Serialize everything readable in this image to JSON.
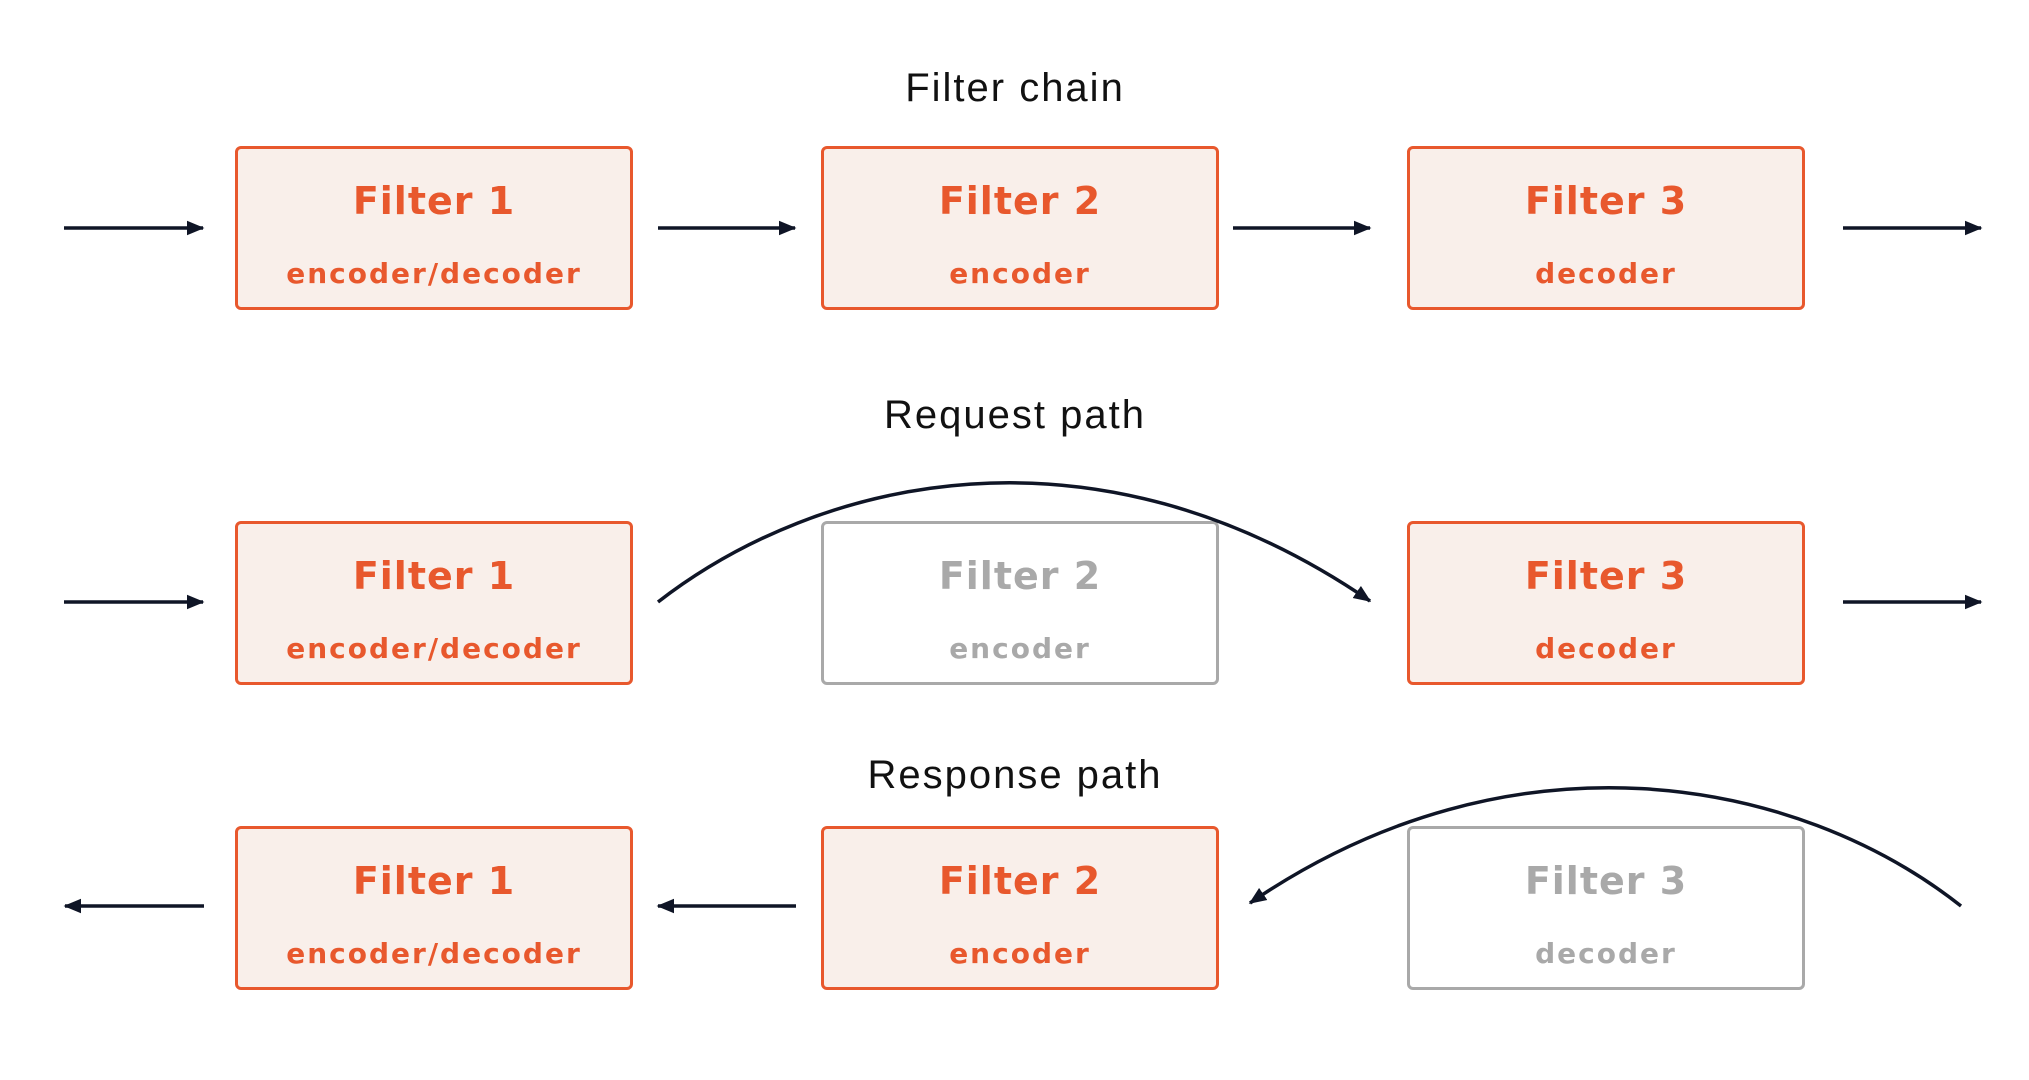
{
  "rows": [
    {
      "title": "Filter chain",
      "filters": [
        {
          "name": "Filter 1",
          "role": "encoder/decoder",
          "active": true
        },
        {
          "name": "Filter 2",
          "role": "encoder",
          "active": true
        },
        {
          "name": "Filter 3",
          "role": "decoder",
          "active": true
        }
      ]
    },
    {
      "title": "Request path",
      "filters": [
        {
          "name": "Filter 1",
          "role": "encoder/decoder",
          "active": true
        },
        {
          "name": "Filter 2",
          "role": "encoder",
          "active": false
        },
        {
          "name": "Filter 3",
          "role": "decoder",
          "active": true
        }
      ]
    },
    {
      "title": "Response path",
      "filters": [
        {
          "name": "Filter 1",
          "role": "encoder/decoder",
          "active": true
        },
        {
          "name": "Filter 2",
          "role": "encoder",
          "active": true
        },
        {
          "name": "Filter 3",
          "role": "decoder",
          "active": false
        }
      ]
    }
  ],
  "colors": {
    "accent": "#e8582d",
    "box_fill": "#f9efea",
    "inactive": "#a9a9a9",
    "arrow": "#0f1526",
    "text": "#111111"
  }
}
